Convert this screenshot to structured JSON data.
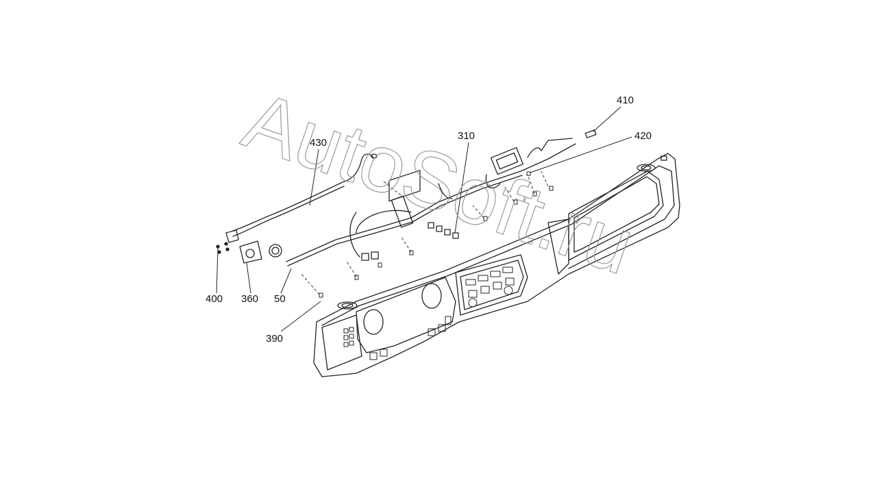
{
  "callouts": [
    {
      "id": "c410",
      "text": "410"
    },
    {
      "id": "c420",
      "text": "420"
    },
    {
      "id": "c310",
      "text": "310"
    },
    {
      "id": "c430",
      "text": "430"
    },
    {
      "id": "c400",
      "text": "400"
    },
    {
      "id": "c360",
      "text": "360"
    },
    {
      "id": "c50",
      "text": "50"
    },
    {
      "id": "c390",
      "text": "390"
    }
  ],
  "watermark": {
    "line1": "AutoSoft.ru"
  },
  "colors": {
    "line": "#222222",
    "watermark": "#9a9a9a"
  }
}
